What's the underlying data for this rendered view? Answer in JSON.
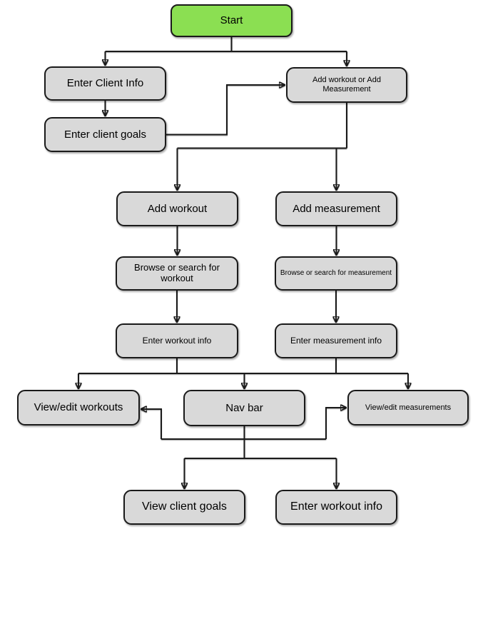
{
  "flowchart": {
    "colors": {
      "start_fill": "#8bdf52",
      "node_fill": "#d9d9d9",
      "line_color": "#1a1a1a",
      "background": "#ffffff"
    },
    "nodes": {
      "start": {
        "label": "Start"
      },
      "enter_client_info": {
        "label": "Enter Client Info"
      },
      "enter_client_goals": {
        "label": "Enter client goals"
      },
      "add_workout_or_measurement": {
        "label": "Add workout or Add Measurement"
      },
      "add_workout": {
        "label": "Add workout"
      },
      "add_measurement": {
        "label": "Add measurement"
      },
      "browse_workout": {
        "label": "Browse or search for workout"
      },
      "browse_measurement": {
        "label": "Browse or search for measurement"
      },
      "enter_workout_info": {
        "label": "Enter workout info"
      },
      "enter_measurement_info": {
        "label": "Enter measurement info"
      },
      "view_edit_workouts": {
        "label": "View/edit workouts"
      },
      "nav_bar": {
        "label": "Nav bar"
      },
      "view_edit_measurements": {
        "label": "View/edit measurements"
      },
      "view_client_goals": {
        "label": "View client goals"
      },
      "enter_workout_info_bottom": {
        "label": "Enter workout info"
      }
    },
    "edges": [
      {
        "from": "start",
        "to": "enter_client_info"
      },
      {
        "from": "start",
        "to": "add_workout_or_measurement"
      },
      {
        "from": "enter_client_info",
        "to": "enter_client_goals"
      },
      {
        "from": "enter_client_goals",
        "to": "add_workout_or_measurement"
      },
      {
        "from": "add_workout_or_measurement",
        "to": "add_workout"
      },
      {
        "from": "add_workout_or_measurement",
        "to": "add_measurement"
      },
      {
        "from": "add_workout",
        "to": "browse_workout"
      },
      {
        "from": "add_measurement",
        "to": "browse_measurement"
      },
      {
        "from": "browse_workout",
        "to": "enter_workout_info"
      },
      {
        "from": "browse_measurement",
        "to": "enter_measurement_info"
      },
      {
        "from": "enter_workout_info",
        "to": "view_edit_workouts"
      },
      {
        "from": "enter_workout_info",
        "to": "nav_bar"
      },
      {
        "from": "enter_workout_info",
        "to": "view_edit_measurements"
      },
      {
        "from": "enter_measurement_info",
        "to": "view_edit_workouts"
      },
      {
        "from": "enter_measurement_info",
        "to": "nav_bar"
      },
      {
        "from": "enter_measurement_info",
        "to": "view_edit_measurements"
      },
      {
        "from": "nav_bar",
        "to": "view_edit_workouts"
      },
      {
        "from": "nav_bar",
        "to": "view_edit_measurements"
      },
      {
        "from": "nav_bar",
        "to": "view_client_goals"
      },
      {
        "from": "nav_bar",
        "to": "enter_workout_info_bottom"
      }
    ]
  }
}
